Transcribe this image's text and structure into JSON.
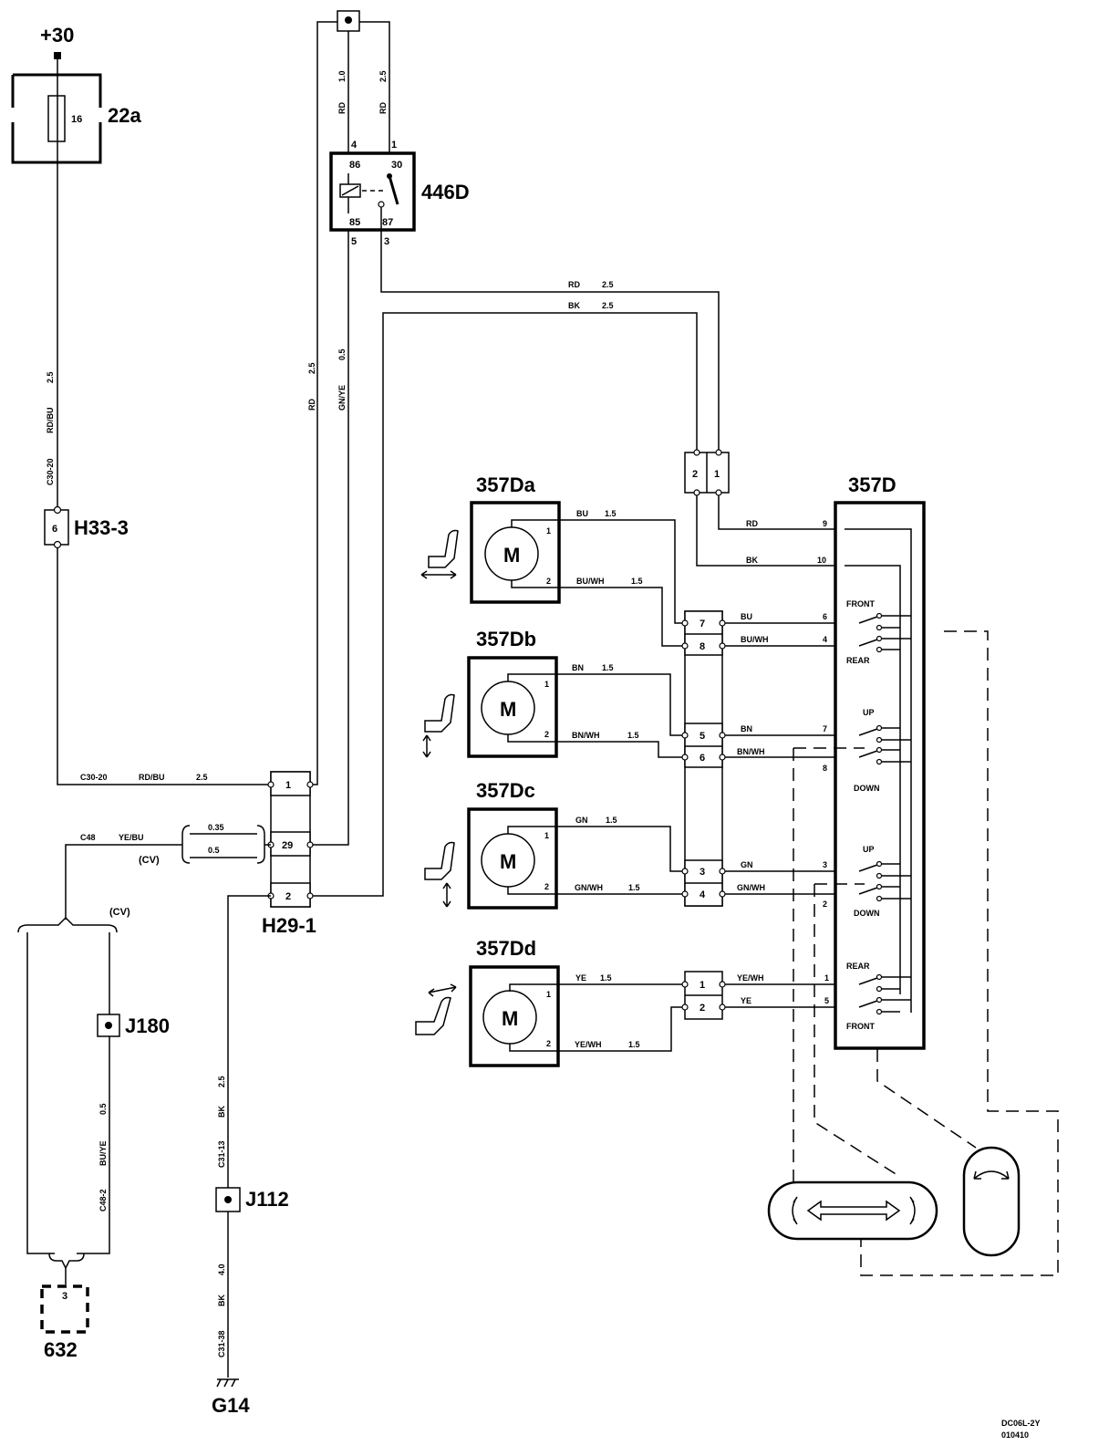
{
  "supply": {
    "label": "+30"
  },
  "ground": {
    "label": "G14"
  },
  "fuse": {
    "id": "22a",
    "rating": "16"
  },
  "relay": {
    "id": "446D",
    "pins": [
      "86",
      "30",
      "85",
      "87"
    ],
    "connector_pins": [
      "4",
      "1",
      "5",
      "3"
    ]
  },
  "connectors": {
    "h33": {
      "id": "H33-3",
      "pin": "6"
    },
    "h29": {
      "id": "H29-1",
      "pins": [
        "1",
        "29",
        "2"
      ]
    },
    "j180": {
      "id": "J180"
    },
    "j112": {
      "id": "J112"
    },
    "c632": {
      "id": "632",
      "pin": "3"
    },
    "top_pair": {
      "pins": [
        "2",
        "1"
      ]
    },
    "block_upper": {
      "pins": [
        "7",
        "8",
        "5",
        "6",
        "3",
        "4"
      ]
    },
    "block_lower": {
      "pins": [
        "1",
        "2"
      ]
    }
  },
  "motors": [
    {
      "id": "357Da",
      "symbol": "M",
      "pin1": "1",
      "pin2": "2",
      "w1": "BU",
      "s1": "1.5",
      "w2": "BU/WH",
      "s2": "1.5"
    },
    {
      "id": "357Db",
      "symbol": "M",
      "pin1": "1",
      "pin2": "2",
      "w1": "BN",
      "s1": "1.5",
      "w2": "BN/WH",
      "s2": "1.5"
    },
    {
      "id": "357Dc",
      "symbol": "M",
      "pin1": "1",
      "pin2": "2",
      "w1": "GN",
      "s1": "1.5",
      "w2": "GN/WH",
      "s2": "1.5"
    },
    {
      "id": "357Dd",
      "symbol": "M",
      "pin1": "1",
      "pin2": "2",
      "w1": "YE",
      "s1": "1.5",
      "w2": "YE/WH",
      "s2": "1.5"
    }
  ],
  "switch_unit": {
    "id": "357D",
    "supply_wires": [
      {
        "color": "RD",
        "pin": "9"
      },
      {
        "color": "BK",
        "pin": "10"
      }
    ],
    "outputs": [
      {
        "color": "BU",
        "pin": "6"
      },
      {
        "color": "BU/WH",
        "pin": "4"
      },
      {
        "color": "BN",
        "pin": "7"
      },
      {
        "color": "BN/WH",
        "pin": "8"
      },
      {
        "color": "GN",
        "pin": "3"
      },
      {
        "color": "GN/WH",
        "pin": "2"
      },
      {
        "color": "YE/WH",
        "pin": "1"
      },
      {
        "color": "YE",
        "pin": "5"
      }
    ],
    "positions": [
      "FRONT",
      "REAR",
      "UP",
      "DOWN",
      "UP",
      "DOWN",
      "REAR",
      "FRONT"
    ]
  },
  "wires": {
    "fuse_out": {
      "circuit": "C30-20",
      "color": "RD/BU",
      "size": "2.5"
    },
    "h29_in": {
      "circuit": "C30-20",
      "color": "RD/BU",
      "size": "2.5"
    },
    "relay_86": {
      "color": "RD",
      "size": "1.0"
    },
    "relay_30": {
      "color": "RD",
      "size": "2.5"
    },
    "h29_pin1_up": {
      "color": "RD",
      "size": "2.5"
    },
    "relay_85": {
      "color": "GN/YE",
      "size": "0.5"
    },
    "relay_87_out": {
      "color": "RD",
      "size": "2.5"
    },
    "h29_pin2_out": {
      "color": "BK",
      "size": "2.5"
    },
    "c48": {
      "circuit": "C48",
      "color": "YE/BU",
      "size_a": "0.35",
      "size_b": "0.5",
      "variant": "(CV)"
    },
    "c48_variant": "(CV)",
    "c48_2": {
      "circuit": "C48-2",
      "color": "BU/YE",
      "size": "0.5"
    },
    "c31_13": {
      "circuit": "C31-13",
      "color": "BK",
      "size": "2.5"
    },
    "c31_38": {
      "circuit": "C31-38",
      "color": "BK",
      "size": "4.0"
    }
  },
  "footer": {
    "code": "DC06L-2Y",
    "number": "010410"
  }
}
